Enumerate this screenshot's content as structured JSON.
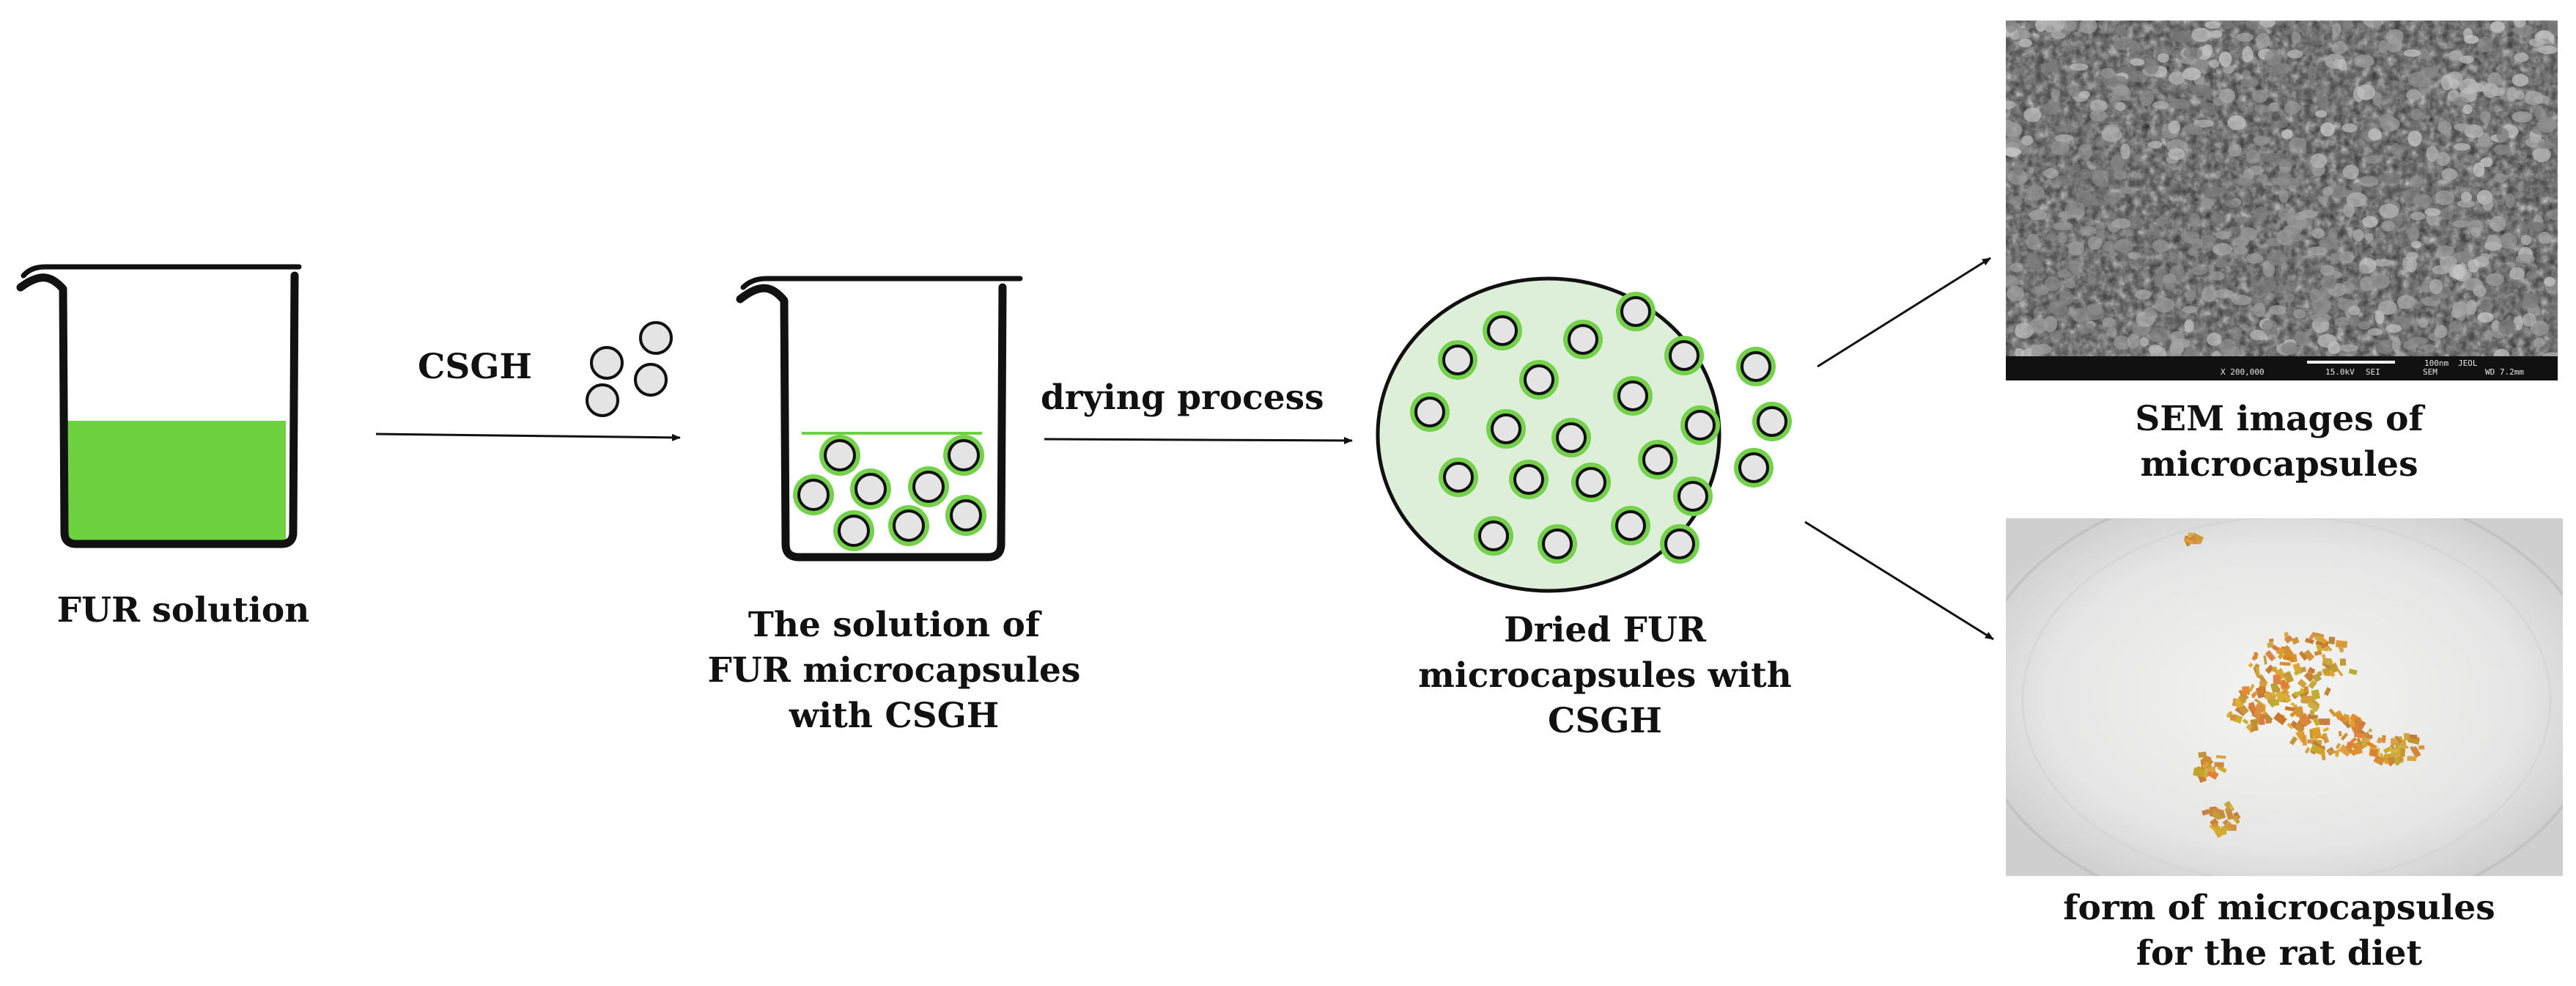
{
  "diagram": {
    "steps": {
      "fur_solution": {
        "label": "FUR solution"
      },
      "microcapsule_solution": {
        "lines": [
          "The solution of",
          "FUR microcapsules",
          "with CSGH"
        ]
      },
      "dried_microcapsules": {
        "lines": [
          "Dried FUR",
          "microcapsules with",
          "CSGH"
        ]
      },
      "sem_images": {
        "lines": [
          "SEM images of",
          "microcapsules"
        ]
      },
      "rat_diet_form": {
        "lines": [
          "form of microcapsules",
          "for the rat diet"
        ]
      }
    },
    "arrows": {
      "add_csgh": {
        "label": "CSGH"
      },
      "drying": {
        "label": "drying process"
      }
    },
    "sem_scale_bar": {
      "magnification": "X 200,000",
      "voltage": "15.0kV",
      "detector": "SEI",
      "mode": "SEM",
      "scale": "100nm",
      "brand": "JEOL",
      "working_distance": "WD 7.2mm"
    },
    "colors": {
      "solution_green": "#6dd140",
      "capsule_ring_green": "#73d14a",
      "capsule_core_gray": "#e4e4e4",
      "dish_fill": "#ddefd8",
      "ink": "#111111"
    }
  }
}
